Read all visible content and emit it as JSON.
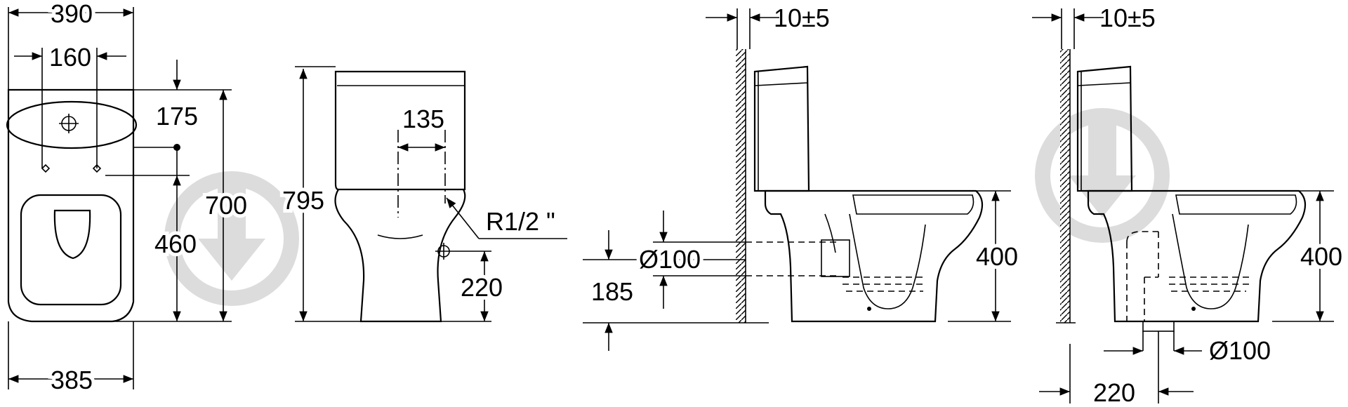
{
  "drawing": {
    "front_view": {
      "width_top": "390",
      "inlet_spacing": "160",
      "top_to_inlet": "175",
      "total_depth": "700",
      "inlet_to_front": "460",
      "width_bottom": "385"
    },
    "side_view": {
      "total_height": "795",
      "valve_offset": "135",
      "inlet_thread": "R1/2 \"",
      "inlet_height": "220"
    },
    "wall_view_horizontal": {
      "wall_gap": "10±5",
      "outlet_diameter": "Ø100",
      "outlet_height": "185",
      "bowl_height": "400"
    },
    "wall_view_vertical": {
      "wall_gap": "10±5",
      "bowl_height": "400",
      "outlet_diameter": "Ø100",
      "outlet_offset": "220"
    },
    "colors": {
      "line": "#000000",
      "watermark": "#dcdcdc"
    }
  }
}
